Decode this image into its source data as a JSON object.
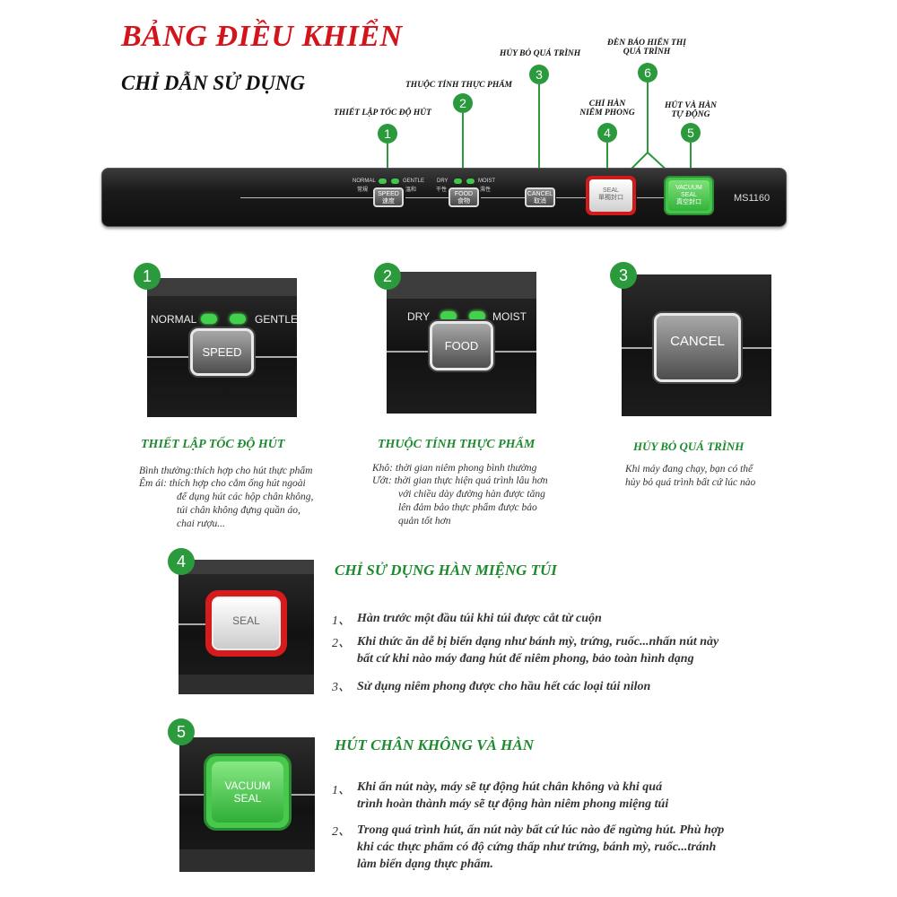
{
  "header": {
    "title": "BẢNG ĐIỀU KHIỂN",
    "subtitle": "CHỈ DẪN SỬ DỤNG"
  },
  "callouts": [
    {
      "number": "1",
      "label": "THIẾT LẬP TỐC ĐỘ HÚT"
    },
    {
      "number": "2",
      "label": "THUỘC TÍNH THỰC PHẨM"
    },
    {
      "number": "3",
      "label": "HỦY BỎ QUÁ TRÌNH"
    },
    {
      "number": "4",
      "label_line1": "CHỈ HÀN",
      "label_line2": "NIÊM PHONG"
    },
    {
      "number": "5",
      "label_line1": "HÚT VÀ HÀN",
      "label_line2": "TỰ ĐỘNG"
    },
    {
      "number": "6",
      "label_line1": "ĐÈN BÁO HIỂN THỊ",
      "label_line2": "QUÁ TRÌNH"
    }
  ],
  "panel": {
    "speed_normal": "NORMAL",
    "speed_normal_cn": "常規",
    "speed_gentle": "GENTLE",
    "speed_gentle_cn": "溫和",
    "speed_btn": "SPEED",
    "speed_btn_cn": "速度",
    "food_dry": "DRY",
    "food_dry_cn": "干性",
    "food_moist": "MOIST",
    "food_moist_cn": "濕性",
    "food_btn": "FOOD",
    "food_btn_cn": "食物",
    "cancel_btn": "CANCEL",
    "cancel_btn_cn": "取消",
    "seal_btn": "SEAL",
    "seal_btn_cn": "單獨封口",
    "vacuum_btn_line1": "VACUUM",
    "vacuum_btn_line2": "SEAL",
    "vacuum_btn_cn": "真空封口",
    "model": "MS1160"
  },
  "details": {
    "speed": {
      "number": "1",
      "normal": "NORMAL",
      "gentle": "GENTLE",
      "button": "SPEED",
      "title": "THIẾT LẬP TỐC ĐỘ HÚT",
      "lines": [
        "Bình thường:thích hợp cho hút thực phẩm",
        "Êm ái:  thích hợp cho cắm ống hút ngoài",
        "để dụng hút các hộp chân không,",
        "túi chân không đựng quần áo,",
        "chai rượu..."
      ]
    },
    "food": {
      "number": "2",
      "dry": "DRY",
      "moist": "MOIST",
      "button": "FOOD",
      "title": "THUỘC TÍNH THỰC PHẨM",
      "lines": [
        "Khô: thời gian niêm phong bình thường",
        "Ướt: thời gian thực hiện quá trình lâu hơn",
        "với chiều dày đường hàn được tăng",
        "lên đảm bảo thực phẩm được bảo",
        "quản tốt hơn"
      ]
    },
    "cancel": {
      "number": "3",
      "button": "CANCEL",
      "title": "HỦY BỎ QUÁ TRÌNH",
      "lines": [
        "Khi máy đang chạy, bạn có thể",
        "hủy bỏ quá trình bất cứ lúc nào"
      ]
    },
    "seal": {
      "number": "4",
      "button": "SEAL",
      "title": "CHỈ SỬ DỤNG HÀN MIỆNG TÚI",
      "items": [
        {
          "num": "1、",
          "lines": [
            "Hàn trước một đầu túi khi túi được cắt từ cuộn"
          ]
        },
        {
          "num": "2、",
          "lines": [
            "Khi thức ăn dễ bị biến dạng như bánh mỳ, trứng, ruốc...nhấn nút này",
            "bất cứ khi nào máy đang hút để niêm phong, bảo toàn hình dạng"
          ]
        },
        {
          "num": "3、",
          "lines": [
            "Sử dụng niêm phong được cho hầu hết các loại túi nilon"
          ]
        }
      ]
    },
    "vacuum": {
      "number": "5",
      "button_line1": "VACUUM",
      "button_line2": "SEAL",
      "title": "HÚT CHÂN KHÔNG VÀ HÀN",
      "items": [
        {
          "num": "1、",
          "lines": [
            "Khi ấn nút này, máy sẽ tự động hút chân không và khi quá",
            "trình hoàn thành máy sẽ tự động hàn niêm phong miệng túi"
          ]
        },
        {
          "num": "2、",
          "lines": [
            "Trong quá trình hút, ấn nút này bất cứ lúc nào để ngừng hút. Phù hợp",
            "khi các thực phẩm có độ cứng thấp như trứng, bánh mỳ, ruốc...tránh",
            "làm biến dạng thực phẩm."
          ]
        }
      ]
    }
  },
  "colors": {
    "title_red": "#d4141b",
    "accent_green": "#2a9a3c",
    "seal_red": "#d51b1b",
    "vacuum_green": "#48c84c"
  }
}
